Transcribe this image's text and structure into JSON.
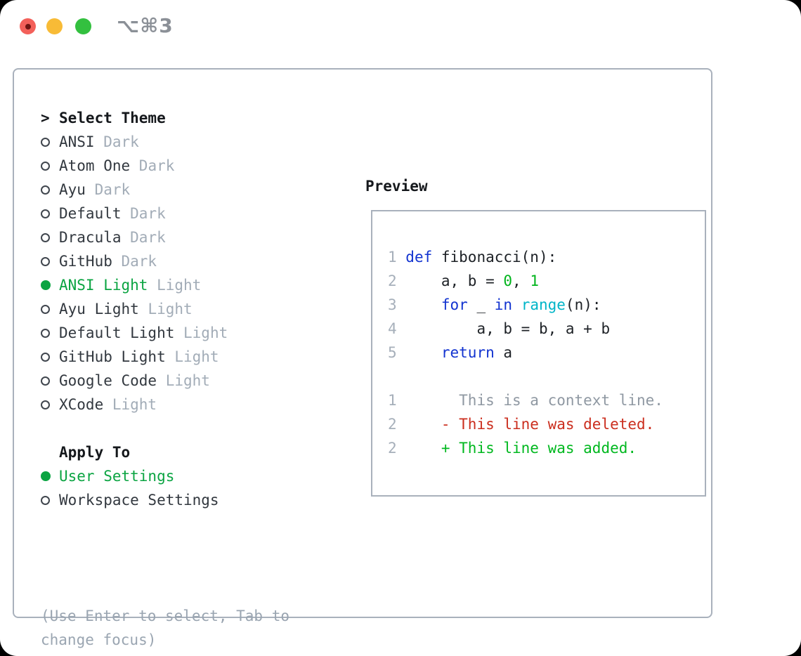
{
  "window": {
    "shortcut_label": "⌥⌘3"
  },
  "ui_colors": {
    "selected_green": "#0ba442",
    "muted_gray": "#a2acb7",
    "text_dark": "#32383f",
    "header_black": "#15181c",
    "help_gray": "#9aa5b1",
    "border_gray": "#a9b1bc",
    "radio_ring": "#40464e",
    "titlebar_gray": "#8b9097",
    "traffic_red": "#f3605a",
    "traffic_red_dot": "#6f1512",
    "traffic_yellow": "#f8bb36",
    "traffic_green": "#33c03f"
  },
  "theme_panel": {
    "header_prefix": ">",
    "header": "Select Theme",
    "items": [
      {
        "name": "ANSI",
        "variant": "Dark",
        "selected": false
      },
      {
        "name": "Atom One",
        "variant": "Dark",
        "selected": false
      },
      {
        "name": "Ayu",
        "variant": "Dark",
        "selected": false
      },
      {
        "name": "Default",
        "variant": "Dark",
        "selected": false
      },
      {
        "name": "Dracula",
        "variant": "Dark",
        "selected": false
      },
      {
        "name": "GitHub",
        "variant": "Dark",
        "selected": false
      },
      {
        "name": "ANSI Light",
        "variant": "Light",
        "selected": true
      },
      {
        "name": "Ayu Light",
        "variant": "Light",
        "selected": false
      },
      {
        "name": "Default Light",
        "variant": "Light",
        "selected": false
      },
      {
        "name": "GitHub Light",
        "variant": "Light",
        "selected": false
      },
      {
        "name": "Google Code",
        "variant": "Light",
        "selected": false
      },
      {
        "name": "XCode",
        "variant": "Light",
        "selected": false
      }
    ],
    "apply_to": {
      "header": "Apply To",
      "options": [
        {
          "label": "User Settings",
          "selected": true
        },
        {
          "label": "Workspace Settings",
          "selected": false
        }
      ]
    },
    "help_lines": [
      "(Use Enter to select, Tab to",
      "change focus)"
    ]
  },
  "preview": {
    "header": "Preview",
    "code_colors": {
      "num": "#a6afba",
      "code": "#1d2126",
      "kw": "#1233d0",
      "lit": "#00b41c",
      "builtin": "#00b5c8",
      "ctx": "#8f98a2",
      "del": "#cb2e1e",
      "add": "#00b81f"
    },
    "lines": [
      [],
      [
        [
          "1 ",
          "num"
        ],
        [
          "def",
          "kw"
        ],
        [
          " fibonacci(n):",
          "code"
        ]
      ],
      [
        [
          "2 ",
          "num"
        ],
        [
          "    a, b = ",
          "code"
        ],
        [
          "0",
          "lit"
        ],
        [
          ", ",
          "code"
        ],
        [
          "1",
          "lit"
        ]
      ],
      [
        [
          "3 ",
          "num"
        ],
        [
          "    ",
          "code"
        ],
        [
          "for",
          "kw"
        ],
        [
          " _ ",
          "code"
        ],
        [
          "in",
          "kw"
        ],
        [
          " ",
          "code"
        ],
        [
          "range",
          "builtin"
        ],
        [
          "(n):",
          "code"
        ]
      ],
      [
        [
          "4 ",
          "num"
        ],
        [
          "        a, b = b, a + b",
          "code"
        ]
      ],
      [
        [
          "5 ",
          "num"
        ],
        [
          "    ",
          "code"
        ],
        [
          "return",
          "kw"
        ],
        [
          " a",
          "code"
        ]
      ],
      [],
      [
        [
          "1",
          "num"
        ],
        [
          "       This is a context line.",
          "ctx"
        ]
      ],
      [
        [
          "2",
          "num"
        ],
        [
          "     - This line was deleted.",
          "del"
        ]
      ],
      [
        [
          "2",
          "num"
        ],
        [
          "     + This line was added.",
          "add"
        ]
      ]
    ]
  }
}
